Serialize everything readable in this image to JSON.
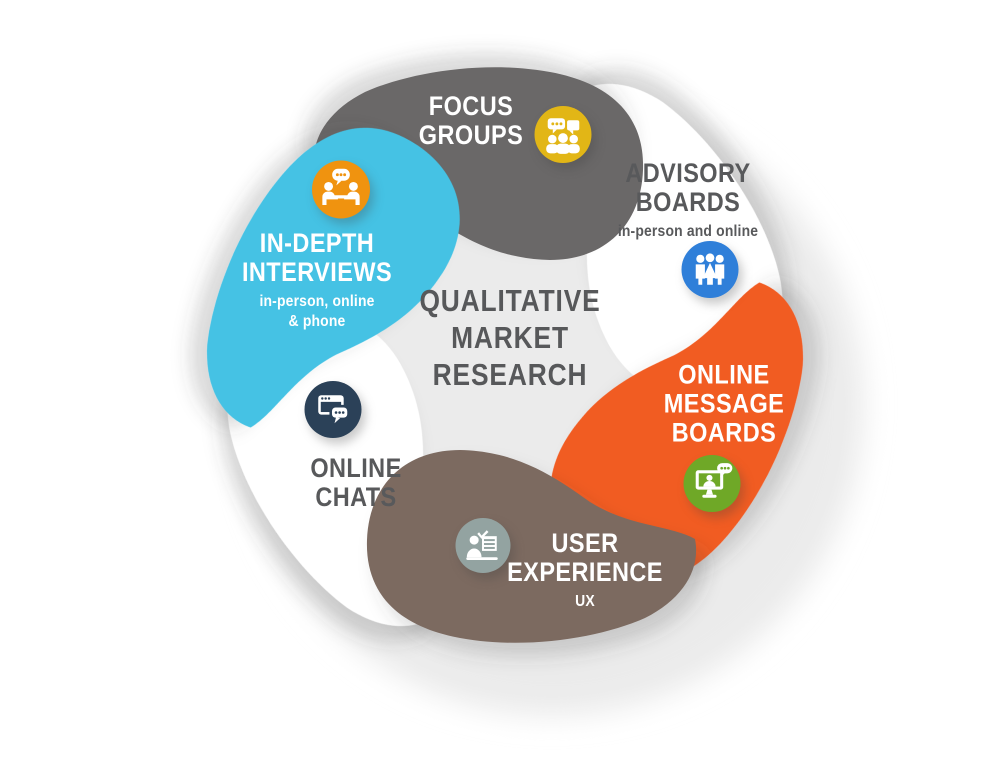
{
  "title": {
    "lines": [
      "QUALITATIVE",
      "MARKET",
      "RESEARCH"
    ],
    "text_color": "#57585a"
  },
  "background_shadow_color": "#ebebeb",
  "segments": [
    {
      "id": "focus-groups",
      "lines": [
        "FOCUS",
        "GROUPS"
      ],
      "sub_lines": [],
      "color": "#6b6868",
      "text_color": "#ffffff",
      "icon": "focus-groups-icon",
      "icon_bg": "#e2b616"
    },
    {
      "id": "advisory-boards",
      "lines": [
        "ADVISORY",
        "BOARDS"
      ],
      "sub_lines": [
        "in-person and online"
      ],
      "color": "#ffffff",
      "text_color": "#58595b",
      "icon": "advisory-boards-icon",
      "icon_bg": "#2f7fd9"
    },
    {
      "id": "online-message-boards",
      "lines": [
        "ONLINE",
        "MESSAGE",
        "BOARDS"
      ],
      "sub_lines": [],
      "color": "#f15b22",
      "text_color": "#ffffff",
      "icon": "message-boards-icon",
      "icon_bg": "#6fa827"
    },
    {
      "id": "user-experience",
      "lines": [
        "USER",
        "EXPERIENCE"
      ],
      "sub_lines": [
        "UX"
      ],
      "color": "#7c6a61",
      "text_color": "#ffffff",
      "icon": "user-experience-icon",
      "icon_bg": "#93a3a1"
    },
    {
      "id": "online-chats",
      "lines": [
        "ONLINE",
        "CHATS"
      ],
      "sub_lines": [],
      "color": "#ffffff",
      "text_color": "#58595b",
      "icon": "online-chats-icon",
      "icon_bg": "#2b4158"
    },
    {
      "id": "in-depth-interviews",
      "lines": [
        "IN-DEPTH",
        "INTERVIEWS"
      ],
      "sub_lines": [
        "in-person, online",
        "& phone"
      ],
      "color": "#45c2e4",
      "text_color": "#ffffff",
      "icon": "interviews-icon",
      "icon_bg": "#f0930f"
    }
  ]
}
